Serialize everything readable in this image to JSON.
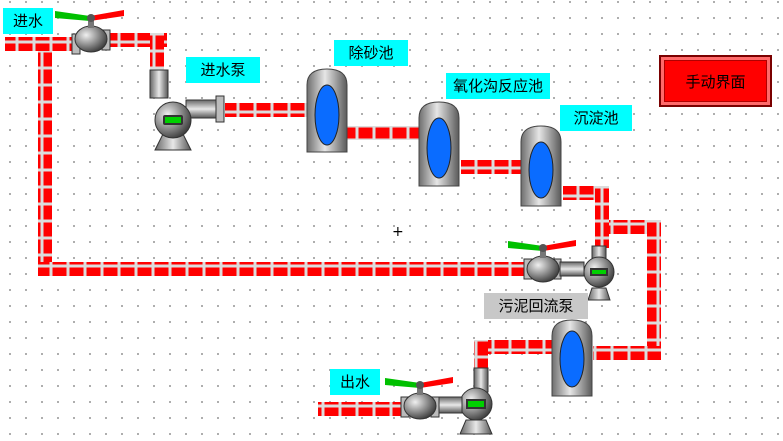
{
  "labels": {
    "inlet": "进水",
    "inlet_pump": "进水泵",
    "grit_chamber": "除砂池",
    "oxidation_ditch": "氧化沟反应池",
    "clarifier": "沉淀池",
    "sludge_return_pump": "污泥回流泵",
    "outlet": "出水"
  },
  "buttons": {
    "manual": "手动界面"
  },
  "cursor": "+",
  "colors": {
    "pipe": "#ff0000",
    "pipe_segment_border": "#e0e0e0",
    "label_bg": "#00ffff",
    "sludge_label_bg": "#c8c8c8",
    "tank_window": "#0a6cff",
    "valve_handle": "#00c000",
    "valve_handle_alt": "#ff0000",
    "pump_indicator": "#00d000"
  }
}
